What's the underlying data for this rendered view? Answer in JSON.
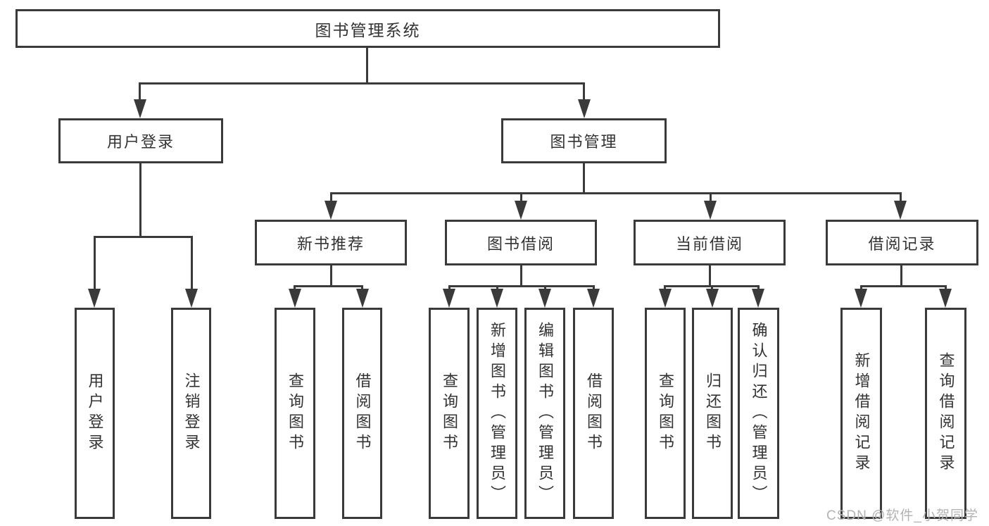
{
  "diagram": {
    "root": {
      "label": "图书管理系统",
      "children": [
        {
          "label": "用户登录",
          "children": [
            {
              "label": "用户登录"
            },
            {
              "label": "注销登录"
            }
          ]
        },
        {
          "label": "图书管理",
          "children": [
            {
              "label": "新书推荐",
              "children": [
                {
                  "label": "查询图书"
                },
                {
                  "label": "借阅图书"
                }
              ]
            },
            {
              "label": "图书借阅",
              "children": [
                {
                  "label": "查询图书"
                },
                {
                  "label": "新增图书（管理员）"
                },
                {
                  "label": "编辑图书（管理员）"
                },
                {
                  "label": "借阅图书"
                }
              ]
            },
            {
              "label": "当前借阅",
              "children": [
                {
                  "label": "查询图书"
                },
                {
                  "label": "归还图书"
                },
                {
                  "label": "确认归还（管理员）"
                }
              ]
            },
            {
              "label": "借阅记录",
              "children": [
                {
                  "label": "新增借阅记录"
                },
                {
                  "label": "查询借阅记录"
                }
              ]
            }
          ]
        }
      ]
    }
  },
  "watermark": {
    "text": "CSDN @软件_小贺同学"
  },
  "colors": {
    "line": "#3a3a3a",
    "text": "#333333",
    "watermark": "#b3b3b3",
    "background": "#ffffff"
  }
}
